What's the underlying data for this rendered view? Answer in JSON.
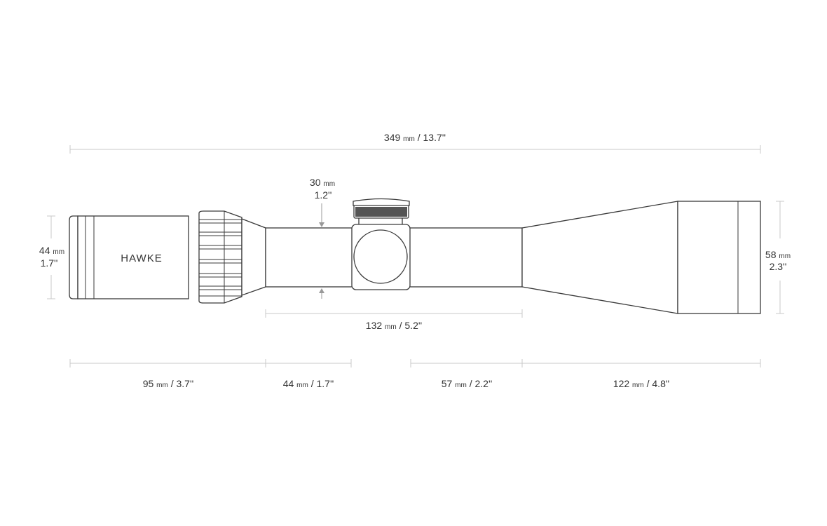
{
  "brand": "HAWKE",
  "dimensions": {
    "overall": {
      "value": "349",
      "unit": "mm",
      "imperial": "13.7''"
    },
    "eyepiece_diameter": {
      "value": "44",
      "unit": "mm",
      "imperial": "1.7''"
    },
    "tube_diameter": {
      "value": "30",
      "unit": "mm",
      "imperial": "1.2''"
    },
    "objective_diameter": {
      "value": "58",
      "unit": "mm",
      "imperial": "2.3''"
    },
    "mounting_length": {
      "value": "132",
      "unit": "mm",
      "imperial": "5.2''"
    },
    "eyepiece_length": {
      "value": "95",
      "unit": "mm",
      "imperial": "3.7''"
    },
    "eyepiece_to_turret": {
      "value": "44",
      "unit": "mm",
      "imperial": "1.7''"
    },
    "turret_to_objective": {
      "value": "57",
      "unit": "mm",
      "imperial": "2.2''"
    },
    "objective_length": {
      "value": "122",
      "unit": "mm",
      "imperial": "4.8''"
    }
  },
  "separator": "/"
}
